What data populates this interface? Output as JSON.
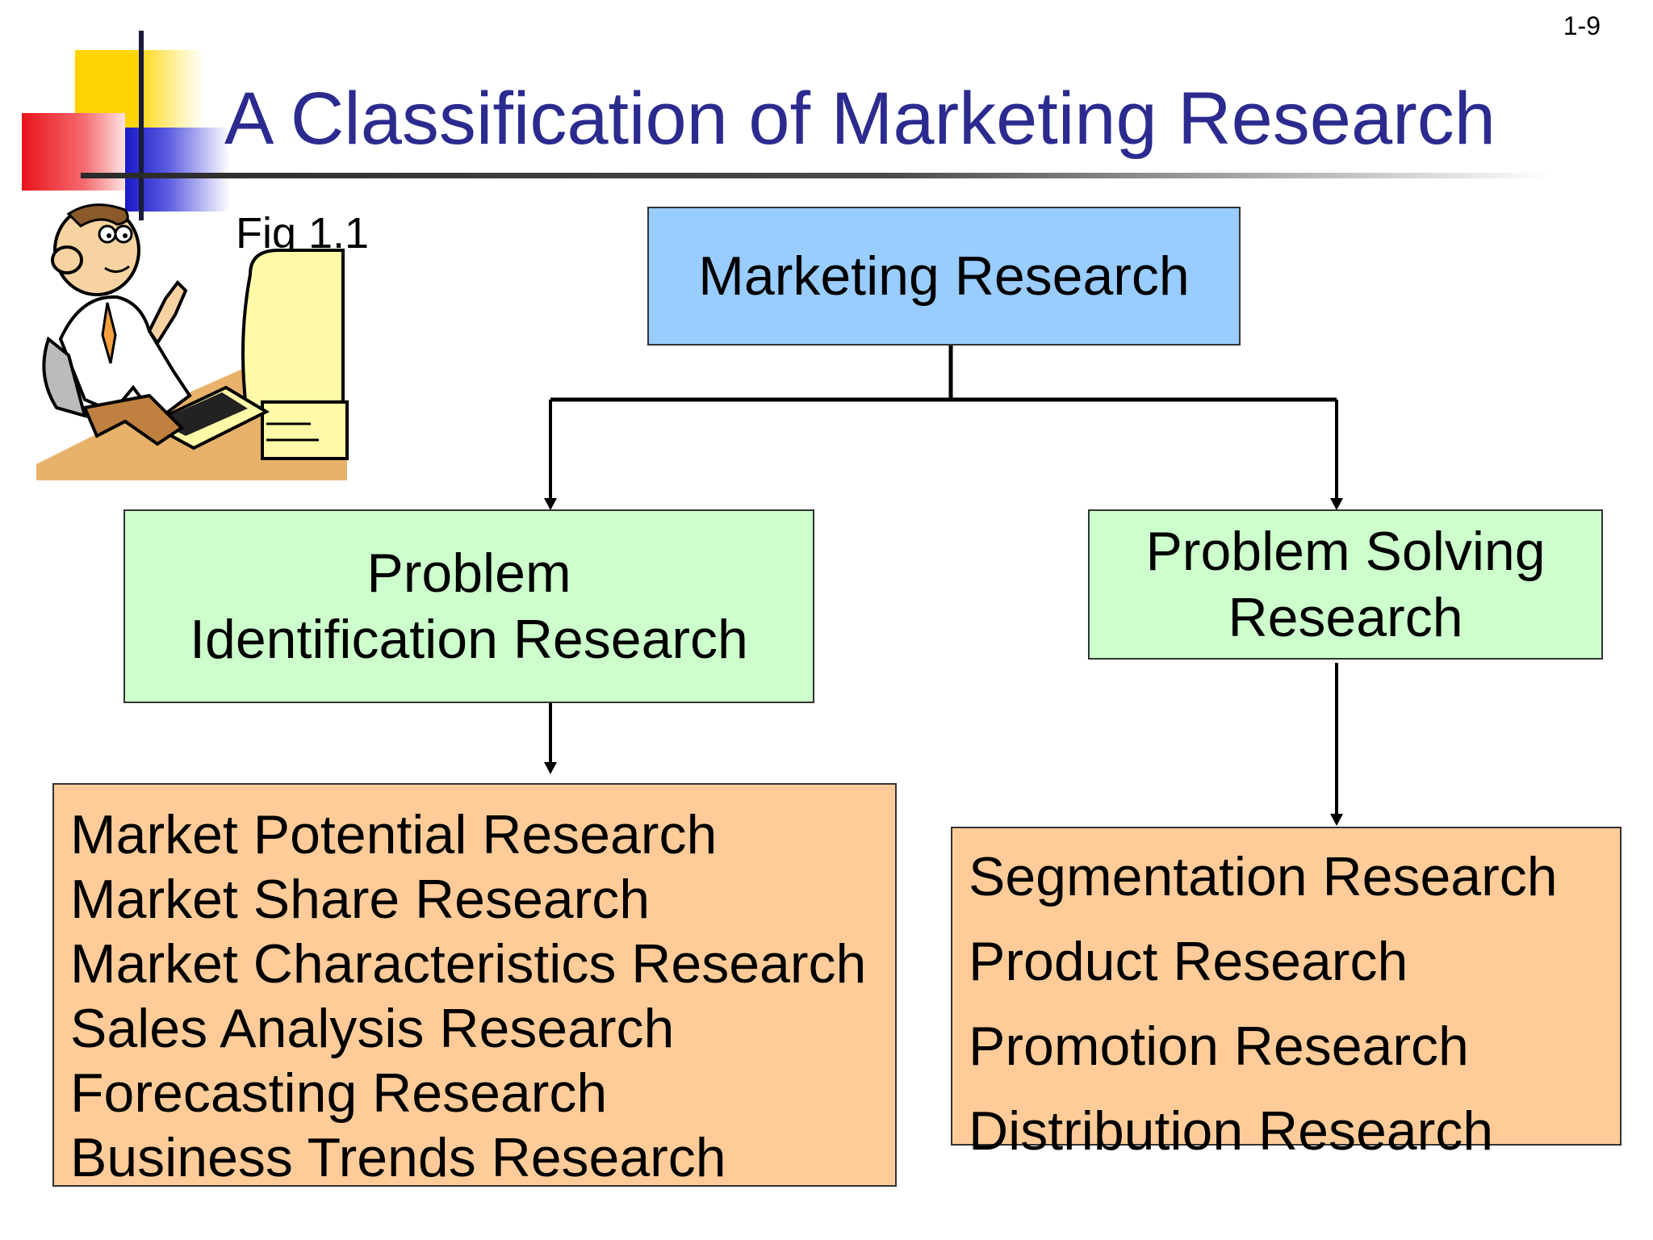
{
  "slide_number": "1-9",
  "title": "A Classification of Marketing Research",
  "figure_label": "Fig 1.1",
  "clipart_icon": "person-at-computer-icon",
  "colors": {
    "title": "#2b2b8f",
    "root_box": "#99ccff",
    "branch_box": "#ccffcc",
    "list_box": "#ffcc99"
  },
  "root": {
    "label": "Marketing Research"
  },
  "branches": [
    {
      "label_lines": [
        "Problem",
        "Identification Research"
      ],
      "items": [
        "Market Potential Research",
        "Market Share Research",
        "Market Characteristics Research",
        "Sales Analysis Research",
        "Forecasting Research",
        "Business Trends Research"
      ]
    },
    {
      "label_lines": [
        "Problem Solving",
        "Research"
      ],
      "items": [
        "Segmentation Research",
        "Product Research",
        "Promotion Research",
        "Distribution Research"
      ]
    }
  ]
}
